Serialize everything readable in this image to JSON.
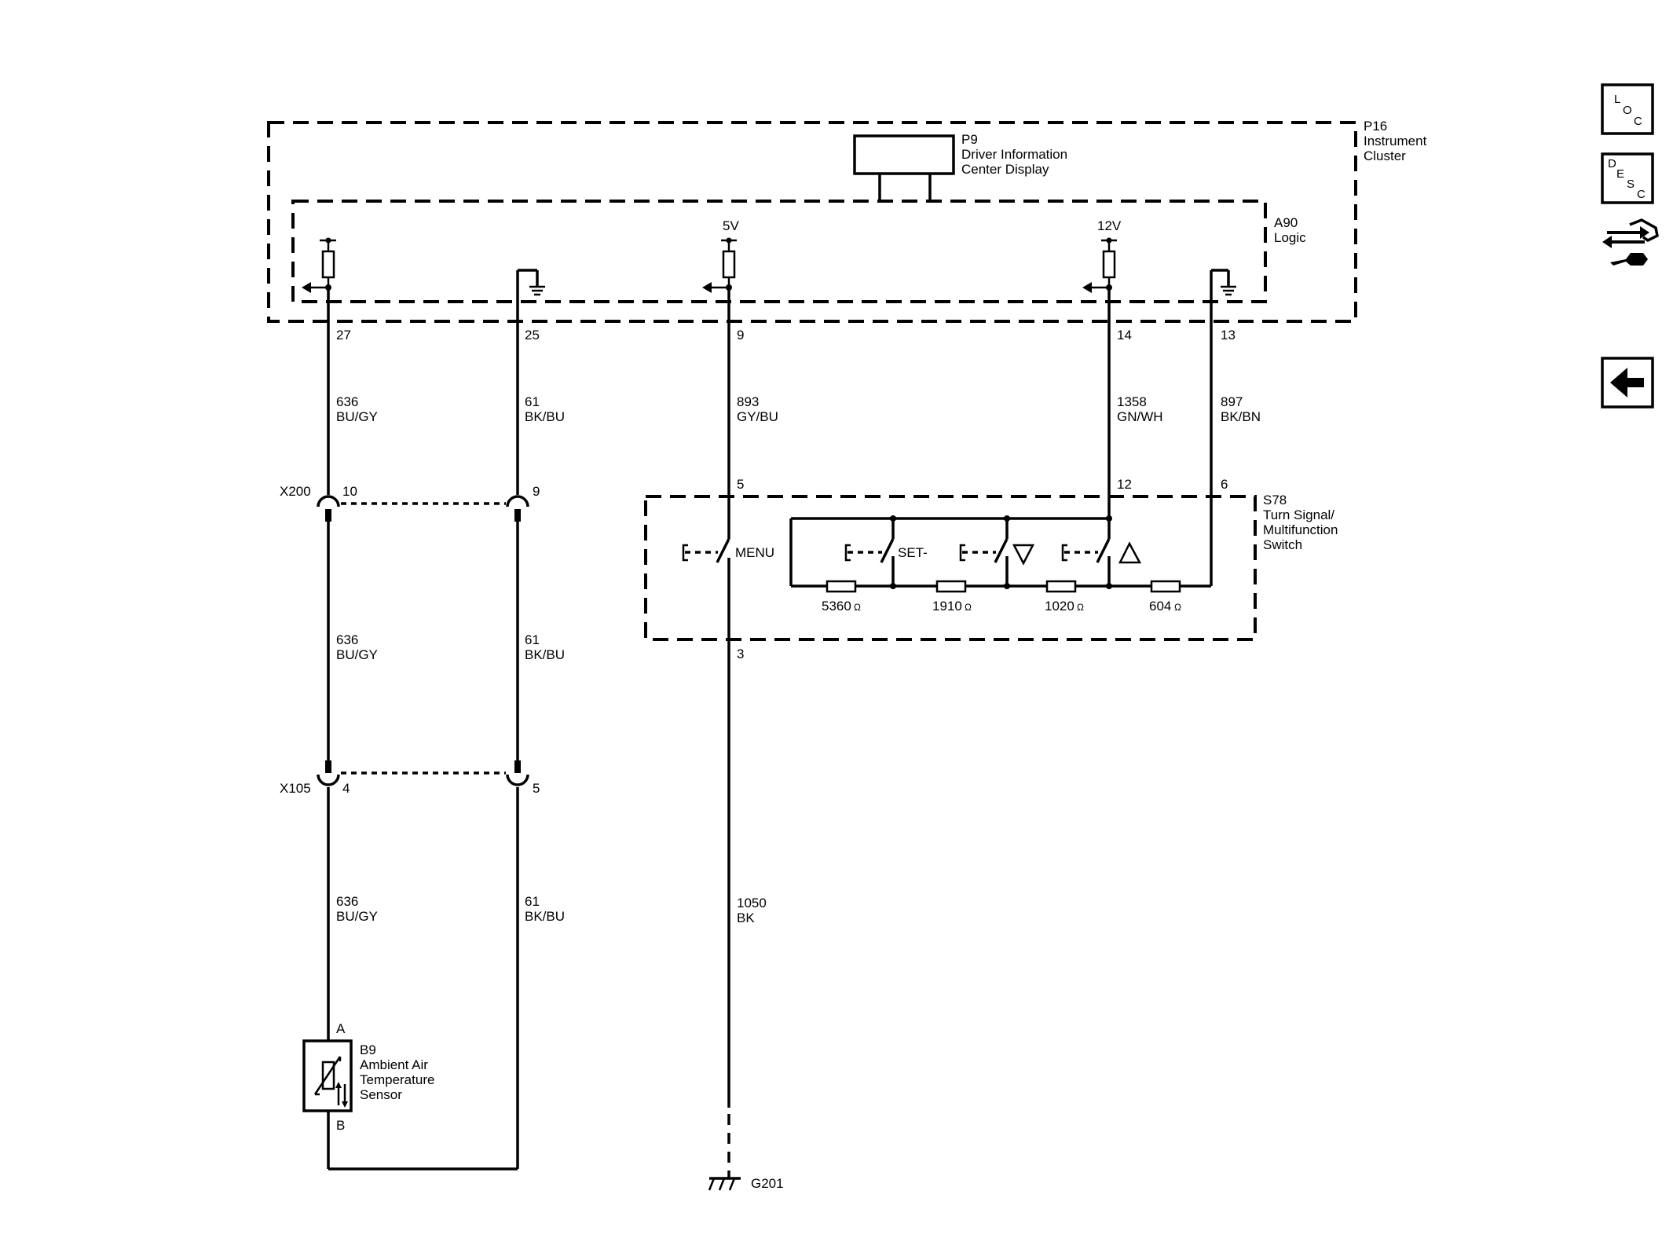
{
  "components": {
    "p16": {
      "id": "P16",
      "name_line1": "Instrument",
      "name_line2": "Cluster"
    },
    "p9": {
      "id": "P9",
      "name_line1": "Driver Information",
      "name_line2": "Center Display"
    },
    "a90": {
      "id": "A90",
      "name": "Logic"
    },
    "s78": {
      "id": "S78",
      "name_line1": "Turn Signal/",
      "name_line2": "Multifunction",
      "name_line3": "Switch"
    },
    "b9": {
      "id": "B9",
      "name_line1": "Ambient Air",
      "name_line2": "Temperature",
      "name_line3": "Sensor",
      "pin_a": "A",
      "pin_b": "B"
    },
    "g201": {
      "id": "G201"
    }
  },
  "supplies": {
    "v5": "5V",
    "v12": "12V"
  },
  "p16_pins": [
    "27",
    "25",
    "9",
    "14",
    "13"
  ],
  "wires": {
    "w1_top": {
      "circuit": "636",
      "color": "BU/GY"
    },
    "w2_top": {
      "circuit": "61",
      "color": "BK/BU"
    },
    "w3_top": {
      "circuit": "893",
      "color": "GY/BU"
    },
    "w4_top": {
      "circuit": "1358",
      "color": "GN/WH"
    },
    "w5_top": {
      "circuit": "897",
      "color": "BK/BN"
    },
    "w1_mid": {
      "circuit": "636",
      "color": "BU/GY"
    },
    "w2_mid": {
      "circuit": "61",
      "color": "BK/BU"
    },
    "w1_bot": {
      "circuit": "636",
      "color": "BU/GY"
    },
    "w2_bot": {
      "circuit": "61",
      "color": "BK/BU"
    },
    "w3_bot": {
      "circuit": "1050",
      "color": "BK"
    }
  },
  "connectors": {
    "x200": {
      "id": "X200",
      "pin_a": "10",
      "pin_b": "9"
    },
    "x105": {
      "id": "X105",
      "pin_a": "4",
      "pin_b": "5"
    }
  },
  "s78_pins": {
    "menu_in": "5",
    "menu_out": "3",
    "sig": "12",
    "gnd": "6"
  },
  "switches": {
    "menu": "MENU",
    "set": "SET-"
  },
  "resistors": [
    {
      "value": "5360",
      "unit": "Ω"
    },
    {
      "value": "1910",
      "unit": "Ω"
    },
    {
      "value": "1020",
      "unit": "Ω"
    },
    {
      "value": "604",
      "unit": "Ω"
    }
  ],
  "nav_buttons": {
    "loc": {
      "l1": "L",
      "l2": "O",
      "l3": "C"
    },
    "desc": {
      "l1": "D",
      "l2": "E",
      "l3": "S",
      "l4": "C"
    },
    "service_icon": "connector-wrench-icon",
    "back_icon": "back-arrow-icon"
  }
}
